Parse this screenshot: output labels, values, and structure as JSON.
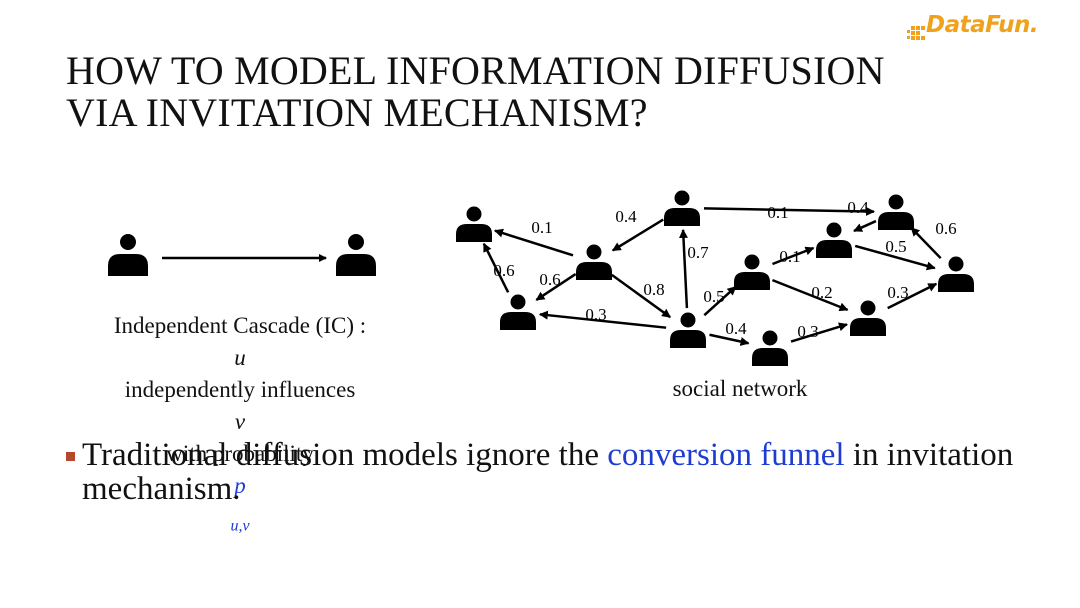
{
  "logo": {
    "text": "DataFun."
  },
  "title": {
    "line1": "HOW TO MODEL INFORMATION DIFFUSION",
    "line2": "VIA INVITATION MECHANISM?"
  },
  "ic_model": {
    "line1": "Independent Cascade (IC) :",
    "line2_var": "u",
    "line2_text": " independently influences",
    "line3_var": "v",
    "line3_text": " with probability ",
    "line3_prob": "p",
    "line3_sub": "u,v"
  },
  "network": {
    "caption": "social network",
    "edge_labels": [
      "0.1",
      "0.4",
      "0.1",
      "0.4",
      "0.6",
      "0.6",
      "0.6",
      "0.7",
      "0.1",
      "0.5",
      "0.8",
      "0.5",
      "0.2",
      "0.3",
      "0.3",
      "0.4",
      "0.3"
    ]
  },
  "bullet": {
    "text_before": "Traditional diffusion models ignore the ",
    "highlight": "conversion funnel",
    "text_after": " in invitation mechanism."
  },
  "colors": {
    "accent_blue": "#1e3cd2",
    "bullet_red": "#b5472f",
    "logo_orange": "#f0a21d"
  }
}
